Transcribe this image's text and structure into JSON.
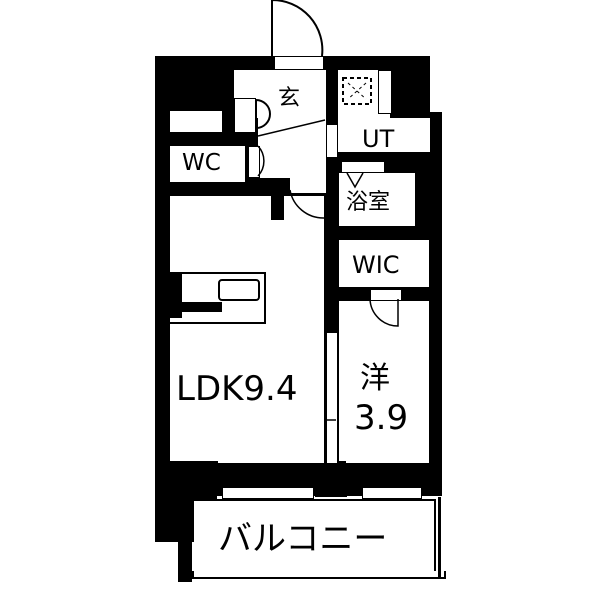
{
  "floorplan": {
    "rooms": [
      {
        "id": "entrance",
        "label": "玄"
      },
      {
        "id": "ut",
        "label": "UT"
      },
      {
        "id": "wc",
        "label": "WC"
      },
      {
        "id": "bath",
        "label": "浴室"
      },
      {
        "id": "wic",
        "label": "WIC"
      },
      {
        "id": "ldk",
        "label": "LDK9.4"
      },
      {
        "id": "western",
        "label": "洋",
        "size": "3.9"
      },
      {
        "id": "balcony",
        "label": "バルコニー"
      }
    ],
    "colors": {
      "wall": "#000000",
      "floor": "#ffffff"
    }
  }
}
